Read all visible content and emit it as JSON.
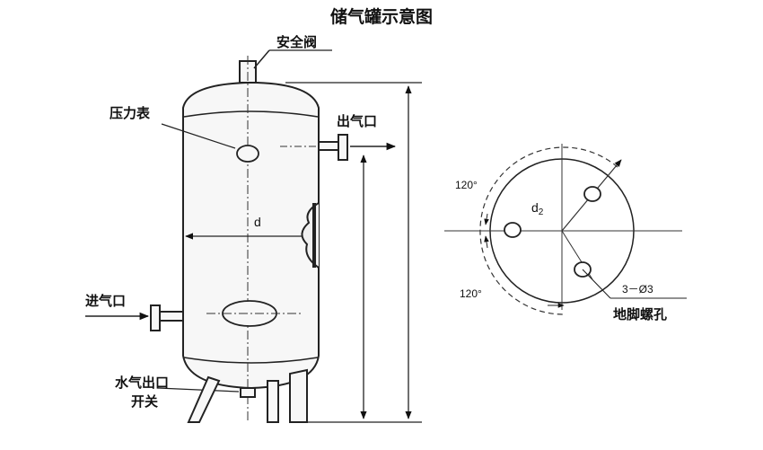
{
  "title": "储气罐示意图",
  "tank": {
    "safety_valve": "安全阀",
    "pressure_gauge": "压力表",
    "air_outlet": "出气口",
    "air_inlet": "进气口",
    "drain_line1": "水气出口",
    "drain_line2": "开关",
    "diameter": "d"
  },
  "base_view": {
    "bolt_circle": "d",
    "bolt_circle_sub": "2",
    "angle_top": "120°",
    "angle_bottom": "120°",
    "bolt_spec": "3－Ø3",
    "bolt_holes": "地脚螺孔"
  }
}
